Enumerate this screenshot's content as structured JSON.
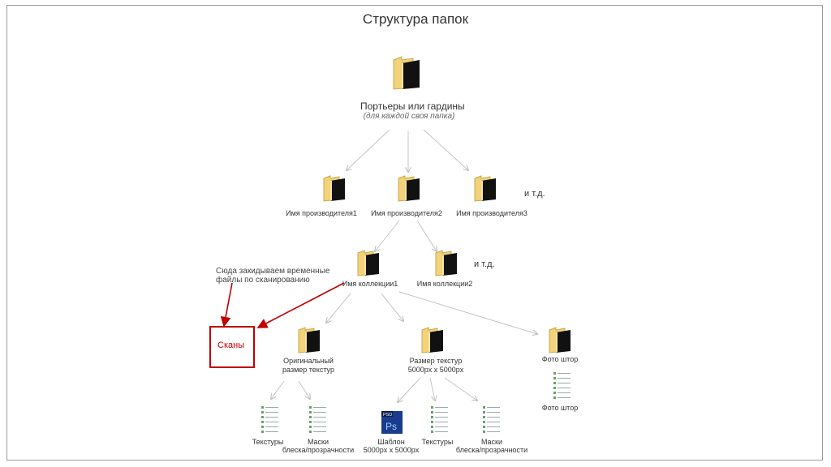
{
  "title": "Структура папок",
  "root": {
    "label": "Портьеры или гардины",
    "sublabel": "(для каждой своя папка)"
  },
  "manufacturers": {
    "items": [
      "Имя производителя1",
      "Имя производителя2",
      "Имя производителя3"
    ],
    "etc": "и т.д."
  },
  "collections": {
    "items": [
      "Имя коллекции1",
      "Имя коллекции2"
    ],
    "etc": "и т.д."
  },
  "note": {
    "line1": "Сюда закидываем временные",
    "line2": "файлы по сканированию"
  },
  "scans": {
    "label": "Сканы"
  },
  "subfolders": {
    "original": {
      "line1": "Оригинальный",
      "line2": "размер текстур"
    },
    "size": {
      "line1": "Размер текстур",
      "line2": "5000px x 5000px"
    },
    "photo": {
      "label": "Фото штор"
    }
  },
  "leaves": {
    "textures1": "Текстуры",
    "masks1_line1": "Маски",
    "masks1_line2": "блеска/прозрачности",
    "template_line1": "Шаблон",
    "template_line2": "5000px x 5000px",
    "textures2": "Текстуры",
    "masks2_line1": "Маски",
    "masks2_line2": "блеска/прозрачности",
    "photo_files": "Фото штор"
  },
  "psd_icon": {
    "badge": "PSD",
    "letters": "Ps"
  },
  "colors": {
    "folder": "#f2d27a",
    "folder_dark": "#111111",
    "accent_red": "#c00000",
    "psd_blue": "#1a3c8c"
  }
}
